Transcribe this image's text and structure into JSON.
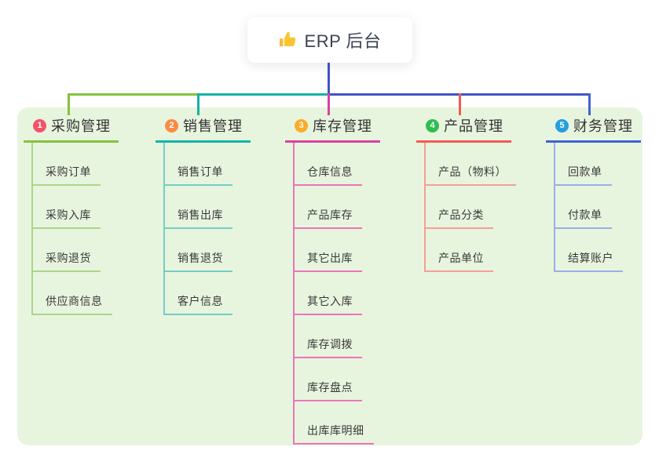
{
  "root": {
    "label": "ERP 后台",
    "icon": "thumbs-up"
  },
  "branches": [
    {
      "badge": "1",
      "title": "采购管理",
      "badge_color": "#f4526b",
      "line_color": "#85c23d",
      "light_color": "#aed58a",
      "children": [
        "采购订单",
        "采购入库",
        "采购退货",
        "供应商信息"
      ]
    },
    {
      "badge": "2",
      "title": "销售管理",
      "badge_color": "#fb8c44",
      "line_color": "#14b3a7",
      "light_color": "#74cdc5",
      "children": [
        "销售订单",
        "销售出库",
        "销售退货",
        "客户信息"
      ]
    },
    {
      "badge": "3",
      "title": "库存管理",
      "badge_color": "#fbad27",
      "line_color": "#d9419f",
      "light_color": "#ee74ba",
      "children": [
        "仓库信息",
        "产品库存",
        "其它出库",
        "其它入库",
        "库存调拨",
        "库存盘点",
        "出库库明细"
      ]
    },
    {
      "badge": "4",
      "title": "产品管理",
      "badge_color": "#2fbe4f",
      "line_color": "#f25b52",
      "light_color": "#f79d97",
      "children": [
        "产品（物料）",
        "产品分类",
        "产品单位"
      ]
    },
    {
      "badge": "5",
      "title": "财务管理",
      "badge_color": "#259fe0",
      "line_color": "#4062d2",
      "light_color": "#9bade8",
      "children": [
        "回款单",
        "付款单",
        "结算账户"
      ]
    }
  ],
  "colors": {
    "page_bg": "#ffffff",
    "panel_bg": "#e7f5df",
    "trunk_line": "#4253c8",
    "icon_color": "#f6b93b",
    "text": "#333333"
  }
}
